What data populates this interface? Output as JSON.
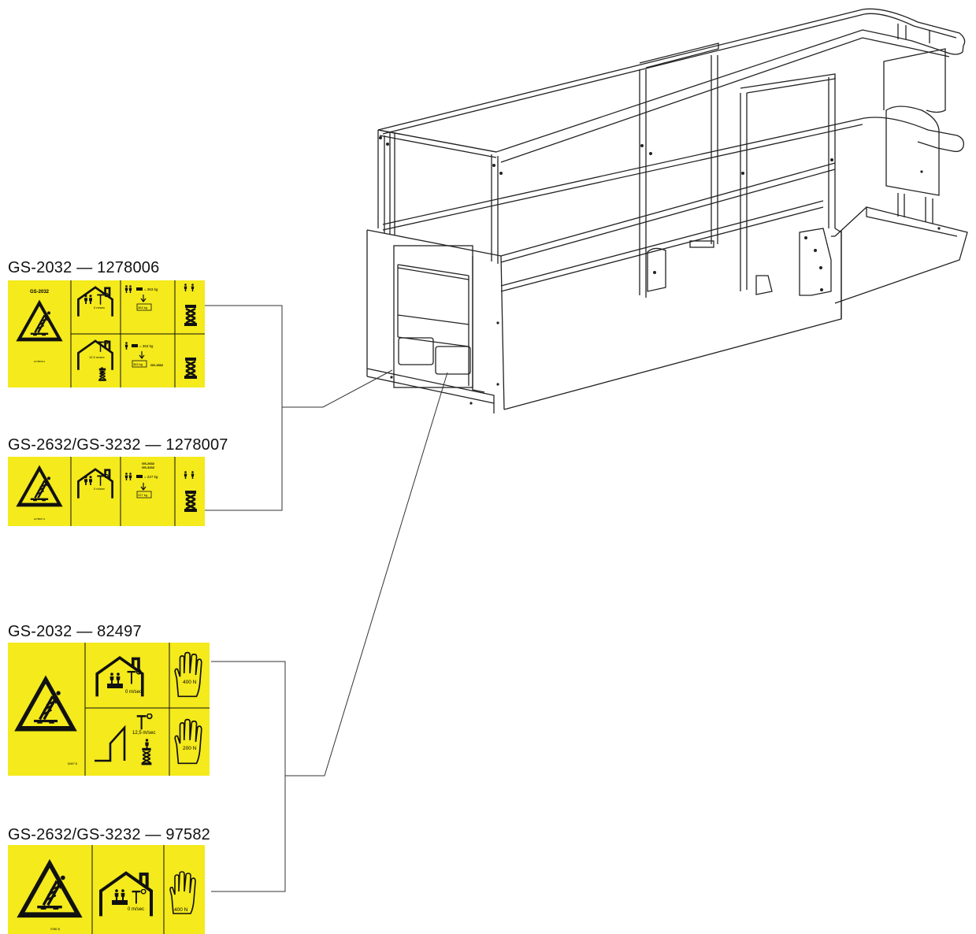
{
  "labels": [
    {
      "caption": "GS-2032 — 1278006",
      "model_line": "GS-2032",
      "code": "1278006 A",
      "load_top": "= 363 kg",
      "box_top": "363 kg",
      "speed_top": "0 m/sec",
      "speed_bottom": "12.5 m/sec",
      "load_bottom": "= 363 kg",
      "box_bottom": "363 kg",
      "model_note": "GS-1532"
    },
    {
      "caption": "GS-2632/GS-3232 — 1278007",
      "model_line_1": "GS-2632",
      "model_line_2": "GS-3232",
      "code": "1278007 A",
      "load": "= 227 kg",
      "box": "227 kg",
      "speed": "0 m/sec"
    },
    {
      "caption": "GS-2032 — 82497",
      "code": "82497 B",
      "speed_top": "0 m/sec",
      "force_top": "400 N",
      "speed_bottom": "12,5 m/sec",
      "force_bottom": "200 N"
    },
    {
      "caption": "GS-2632/GS-3232 — 97582",
      "code": "97582 B",
      "speed": "0 m/sec",
      "force": "400 N"
    }
  ],
  "colors": {
    "label_yellow": "#f4ea1c",
    "ink": "#111111",
    "line": "#333333"
  },
  "icons": [
    "warning-triangle-icon",
    "house-icon",
    "wind-gauge-icon",
    "person-icon",
    "hand-icon",
    "scissor-lift-icon",
    "platform-drawing"
  ]
}
